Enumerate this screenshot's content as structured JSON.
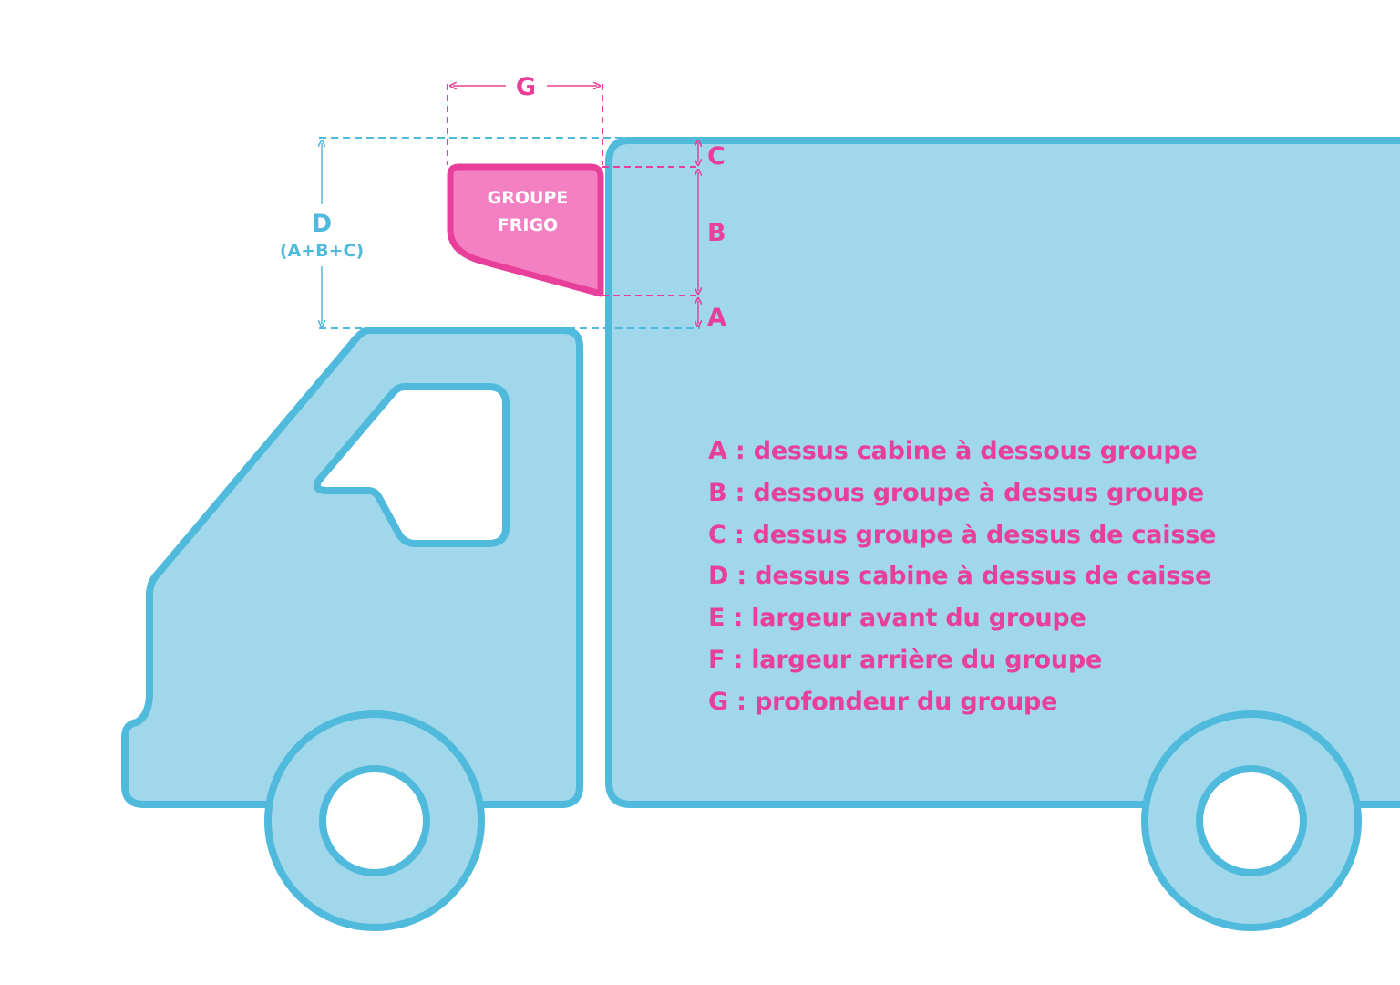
{
  "colors": {
    "fill": "#a0d7ea",
    "outline": "#4fbadc",
    "pink": "#e8409a",
    "pink_fill": "#f280c2",
    "blue_dim": "#4fbadc"
  },
  "unit_label": {
    "line1": "GROUPE",
    "line2": "FRIGO"
  },
  "dimensions": {
    "g": "G",
    "c": "C",
    "b": "B",
    "a": "A",
    "d": "D",
    "d_formula": "(A+B+C)"
  },
  "legend": [
    "A : dessus cabine à dessous groupe",
    "B  : dessous groupe à dessus groupe",
    "C : dessus groupe à dessus de caisse",
    "D : dessus cabine à dessus de caisse",
    "E  : largeur avant du groupe",
    "F  : largeur arrière du groupe",
    "G : profondeur du groupe"
  ]
}
